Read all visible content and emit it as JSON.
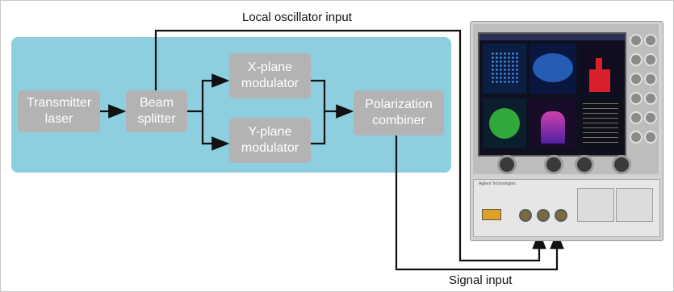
{
  "labels": {
    "local_oscillator": "Local oscillator input",
    "signal_input": "Signal input"
  },
  "blocks": {
    "transmitter_laser": "Transmitter\nlaser",
    "beam_splitter": "Beam\nsplitter",
    "x_plane_modulator": "X-plane\nmodulator",
    "y_plane_modulator": "Y-plane\nmodulator",
    "polarization_combiner": "Polarization\ncombiner"
  },
  "colors": {
    "panel": "#8ecfdf",
    "block": "#b3b3b3",
    "block_text": "#ffffff",
    "wire": "#111111"
  },
  "instrument": {
    "type": "oscilloscope photo",
    "brand_text": "Agilent Technologies"
  }
}
